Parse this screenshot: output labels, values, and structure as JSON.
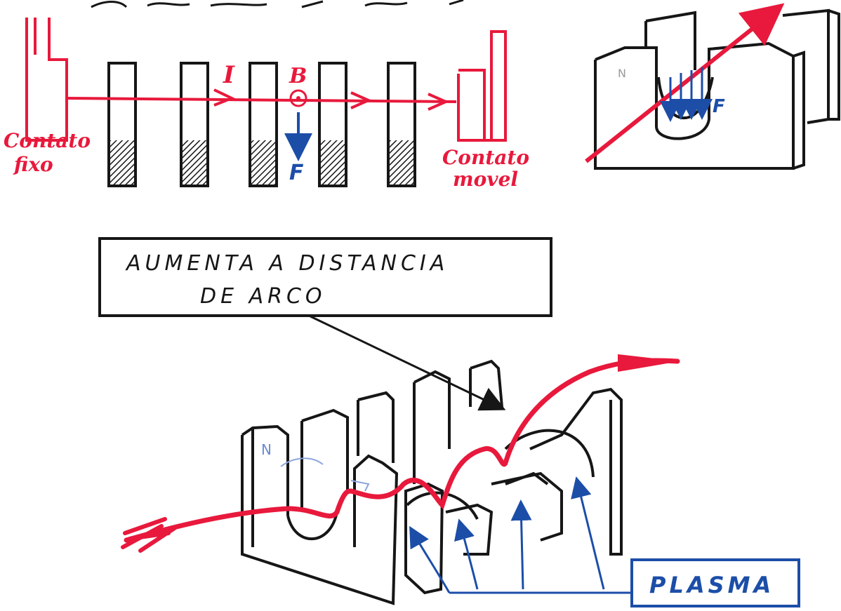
{
  "colors": {
    "ink_black": "#161616",
    "ink_red": "#e8193c",
    "ink_blue": "#1c4ea8",
    "paper": "#ffffff"
  },
  "top_diagram": {
    "fixed_contact_label_line1": "Contato",
    "fixed_contact_label_line2": "fixo",
    "moving_contact_label_line1": "Contato",
    "moving_contact_label_line2": "movel",
    "current_label": "I",
    "field_label": "B",
    "force_label": "F"
  },
  "iso_diagram": {
    "pole_label": "N",
    "force_label": "F"
  },
  "callout": {
    "line1": "AUMENTA  A  DISTANCIA",
    "line2": "DE   ARCO"
  },
  "bottom_diagram": {
    "pole_label": "N",
    "plasma_label": "PLASMA"
  }
}
